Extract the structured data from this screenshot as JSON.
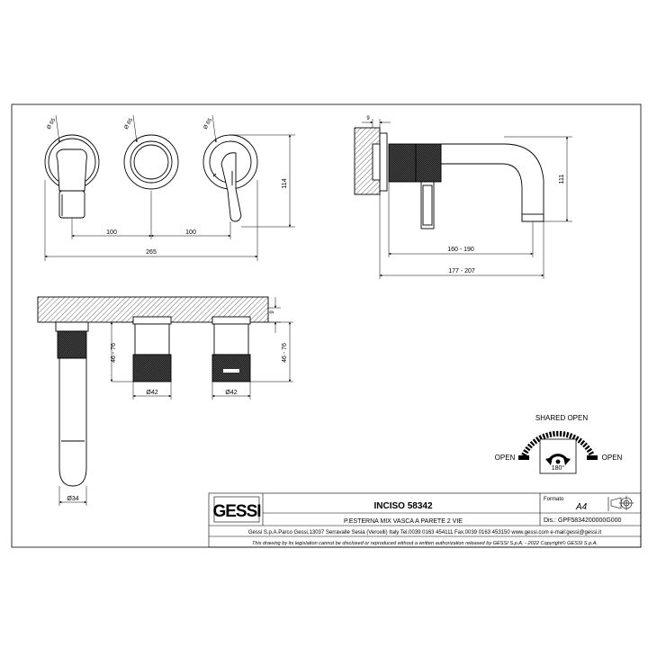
{
  "dimensions": {
    "front_diameters": [
      "Ø 65",
      "Ø 65",
      "Ø 65"
    ],
    "spacing_left": "100",
    "spacing_right": "100",
    "overall_width": "265",
    "front_height": "114",
    "side_thickness": "9",
    "side_height": "111",
    "spout_range": "160 - 190",
    "total_range": "177 - 207",
    "plan_thickness": "9",
    "body_depth_left": "46 - 76",
    "body_depth_right": "46 - 76",
    "body_diameter_left": "Ø42",
    "body_diameter_right": "Ø42",
    "spout_diameter": "Ø34"
  },
  "handle_diagram": {
    "top_label": "SHARED OPEN",
    "left_label": "OPEN",
    "right_label": "OPEN",
    "rotation": "180°"
  },
  "title_block": {
    "logo": "GESSI",
    "product_name": "INCISO 58342",
    "description": "P.ESTERNA MIX VASCA A PARETE 2 VIE",
    "format_label": "Formato",
    "format_value": "A4",
    "drawing_label": "Dis.:",
    "drawing_number": "GPF5834200000G000",
    "address": "Gessi S.p.A.Parco Gessi,13037 Serravalle Sesia (Vercelli) Italy Tel.0039 0163 454111 Fax.0039 0163 453150 www.gessi.com e-mail:gessi@gessi.it",
    "copyright": "This drawing by its legislation cannot be disclosed or reproduced without a written authorization released by GESSI S.p.A. - 2022 Copyright© GESSI S.p.A."
  }
}
